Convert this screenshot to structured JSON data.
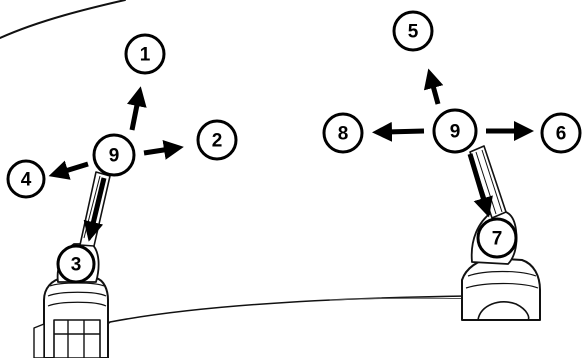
{
  "diagram": {
    "left_joystick": {
      "center": "9",
      "positions": {
        "up": "1",
        "right": "2",
        "down": "3",
        "left": "4"
      }
    },
    "right_joystick": {
      "center": "9",
      "positions": {
        "up": "5",
        "right": "6",
        "down": "7",
        "left": "8"
      }
    }
  }
}
